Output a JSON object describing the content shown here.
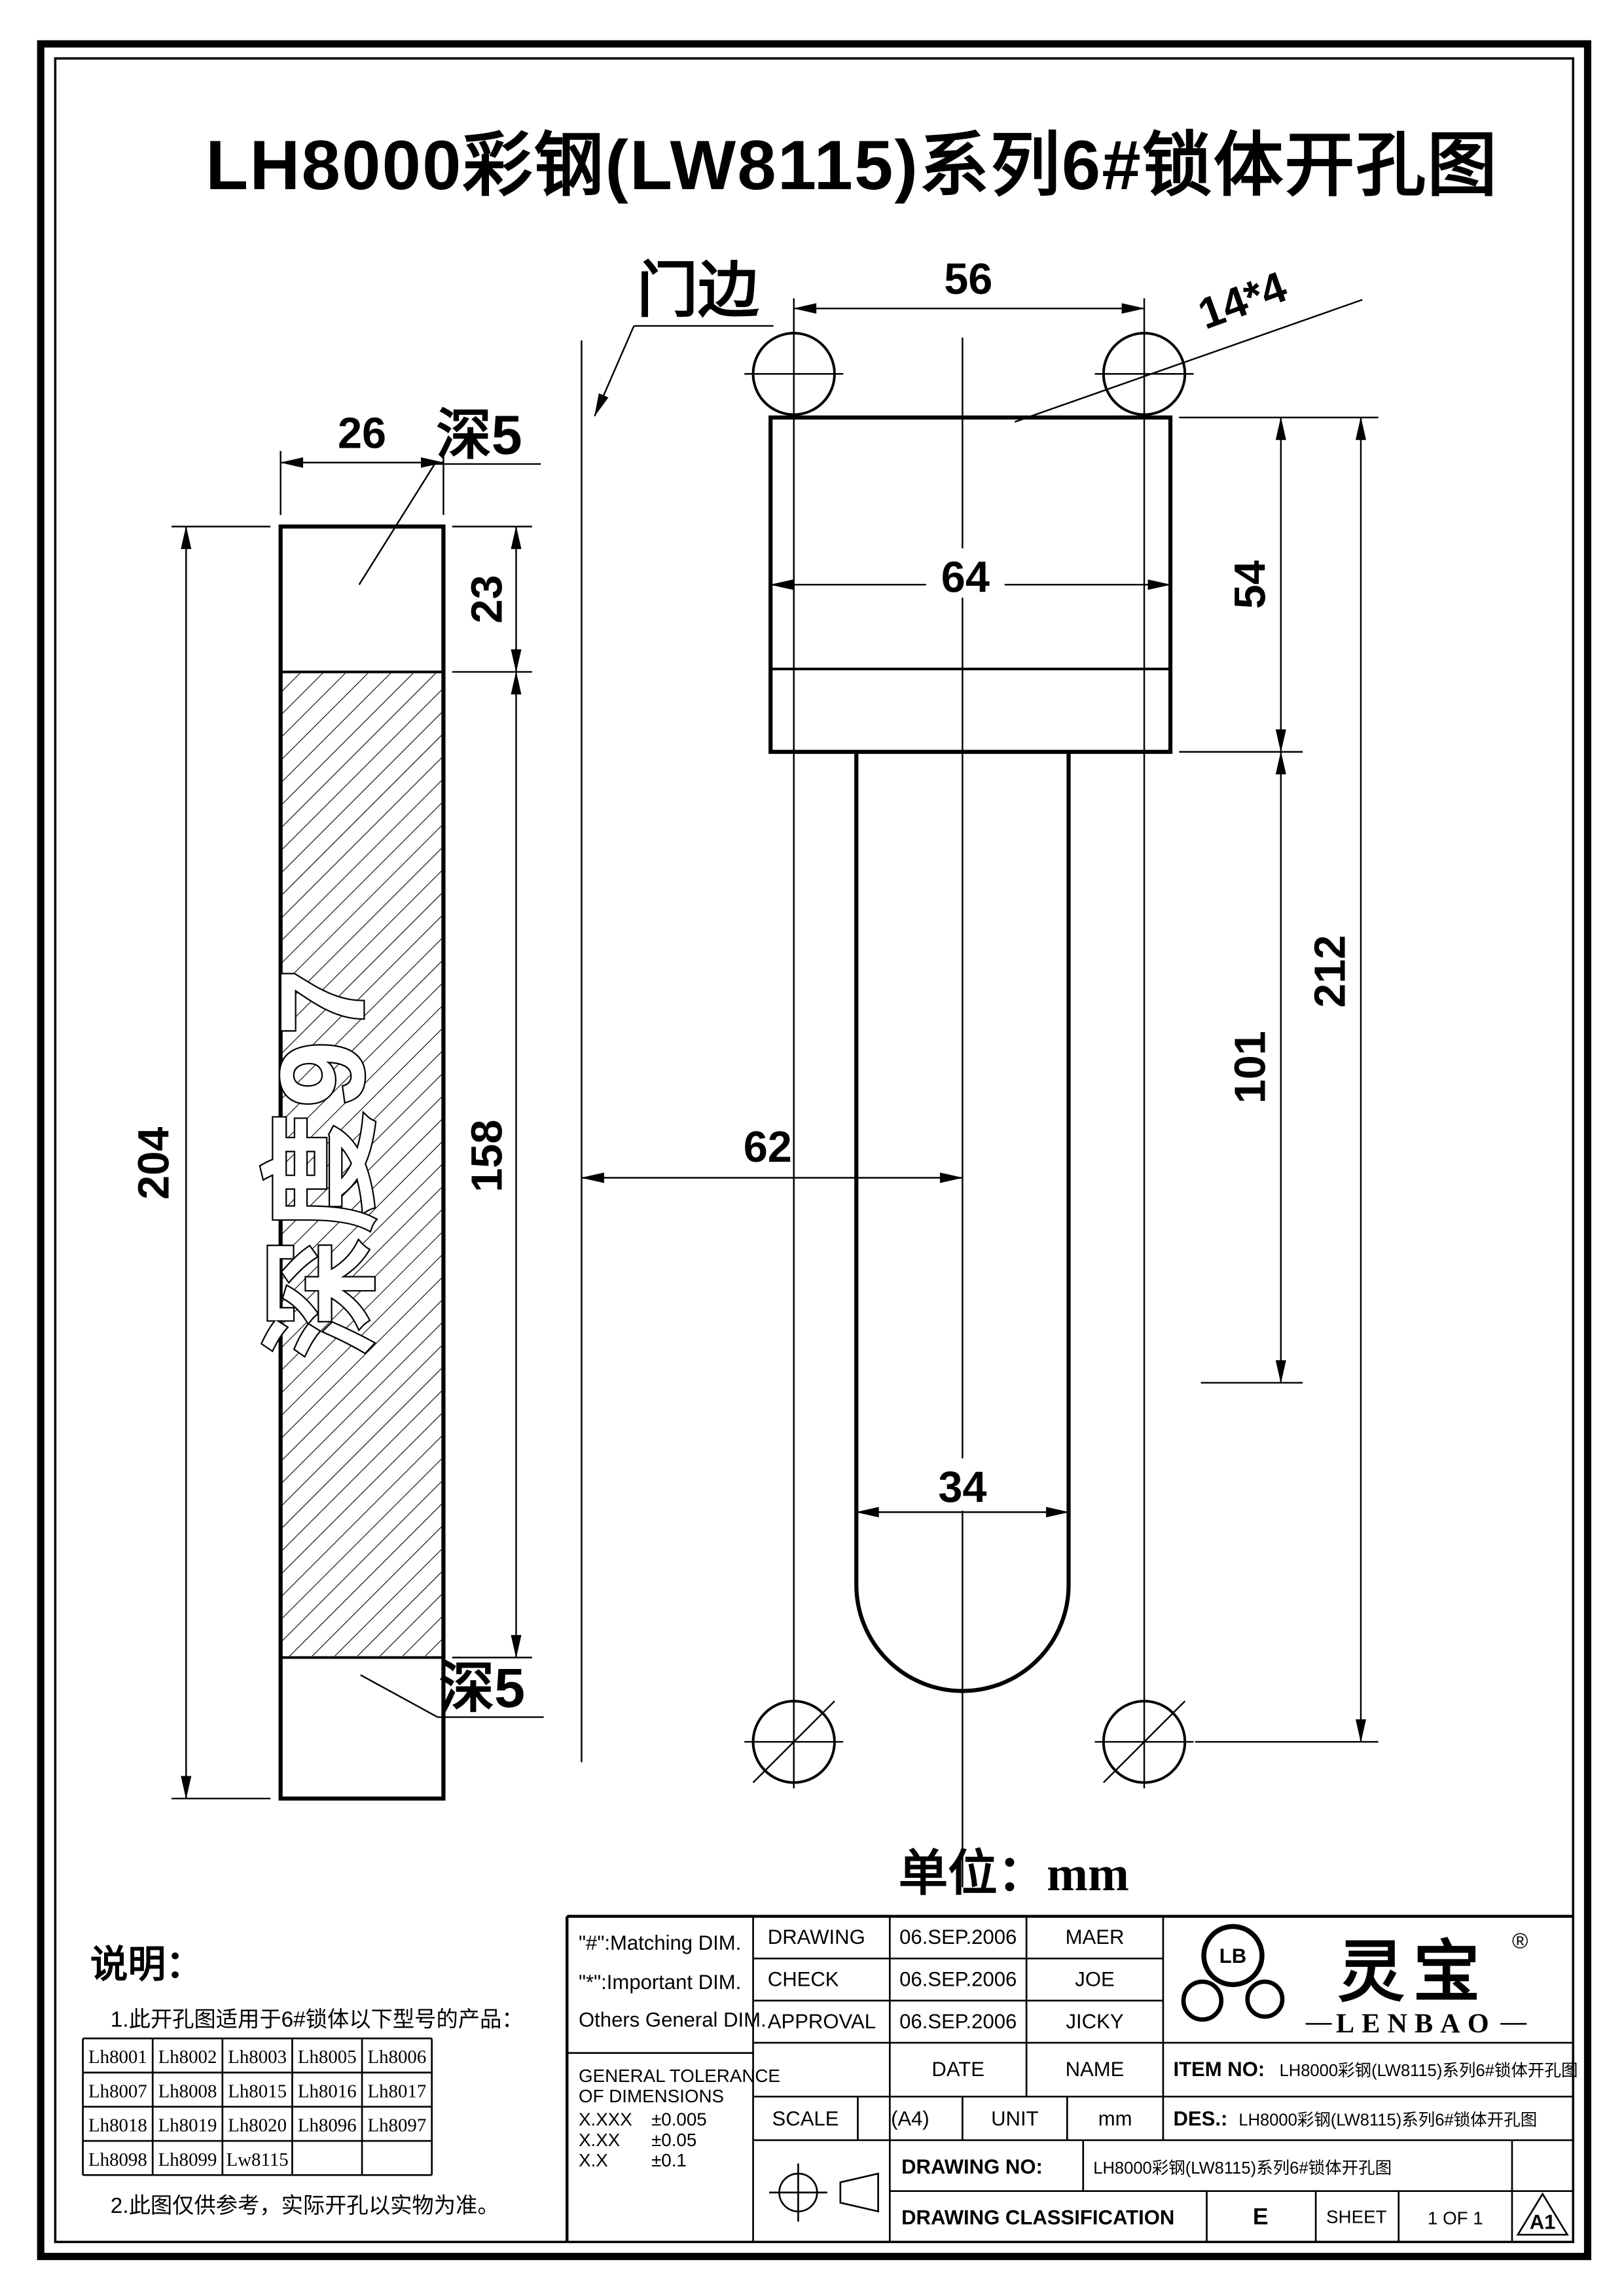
{
  "title": "LH8000彩钢(LW8115)系列6#锁体开孔图",
  "unit_note": "单位：mm",
  "left_view": {
    "depth_text": "深度97",
    "depth_top": "深5",
    "depth_bottom": "深5",
    "dims": {
      "width": "26",
      "height": "204",
      "top_recess": "23",
      "pocket": "158"
    }
  },
  "right_view": {
    "door_edge": "门边",
    "dims": {
      "hole_spacing": "56",
      "holes": "14*4",
      "plate_width": "64",
      "plate_height": "54",
      "overall": "212",
      "body": "101",
      "edge_offset": "62",
      "slot_width": "34"
    }
  },
  "notes": {
    "heading": "说明：",
    "line1": "1.此开孔图适用于6#锁体以下型号的产品：",
    "line2": "2.此图仅供参考，实际开孔以实物为准。",
    "models": [
      [
        "Lh8001",
        "Lh8002",
        "Lh8003",
        "Lh8005",
        "Lh8006"
      ],
      [
        "Lh8007",
        "Lh8008",
        "Lh8015",
        "Lh8016",
        "Lh8017"
      ],
      [
        "Lh8018",
        "Lh8019",
        "Lh8020",
        "Lh8096",
        "Lh8097"
      ],
      [
        "Lh8098",
        "Lh8099",
        "Lw8115",
        "",
        ""
      ]
    ]
  },
  "title_block": {
    "legend": {
      "matching": "\"#\":Matching DIM.",
      "important": "\"*\":Important DIM.",
      "others": "Others General DIM.",
      "tol_line1": "GENERAL TOLERANCE",
      "tol_line2": "OF DIMENSIONS",
      "tol": [
        {
          "code": "X.XXX",
          "value": "±0.005"
        },
        {
          "code": "X.XX",
          "value": "±0.05"
        },
        {
          "code": "X.X",
          "value": "±0.1"
        }
      ]
    },
    "sign_rows": [
      {
        "label": "DRAWING",
        "date": "06.SEP.2006",
        "name": "MAER"
      },
      {
        "label": "CHECK",
        "date": "06.SEP.2006",
        "name": "JOE"
      },
      {
        "label": "APPROVAL",
        "date": "06.SEP.2006",
        "name": "JICKY"
      }
    ],
    "date_header": "DATE",
    "name_header": "NAME",
    "scale_label": "SCALE",
    "scale_value": "(A4)",
    "unit_label": "UNIT",
    "unit_value": "mm",
    "item_no_label": "ITEM NO:",
    "item_no_value": "LH8000彩钢(LW8115)系列6#锁体开孔图",
    "des_label": "DES.:",
    "des_value": "LH8000彩钢(LW8115)系列6#锁体开孔图",
    "drawing_no_label": "DRAWING NO:",
    "drawing_no_value": "LH8000彩钢(LW8115)系列6#锁体开孔图",
    "classification_label": "DRAWING CLASSIFICATION",
    "classification_value": "E",
    "sheet_label": "SHEET",
    "sheet_value": "1 OF 1",
    "size_code": "A1",
    "brand": {
      "initials": "LB",
      "name_cn": "灵宝",
      "registered": "®",
      "name_en": "LENBAO"
    }
  },
  "colors": {
    "ink": "#000000",
    "paper": "#ffffff"
  }
}
